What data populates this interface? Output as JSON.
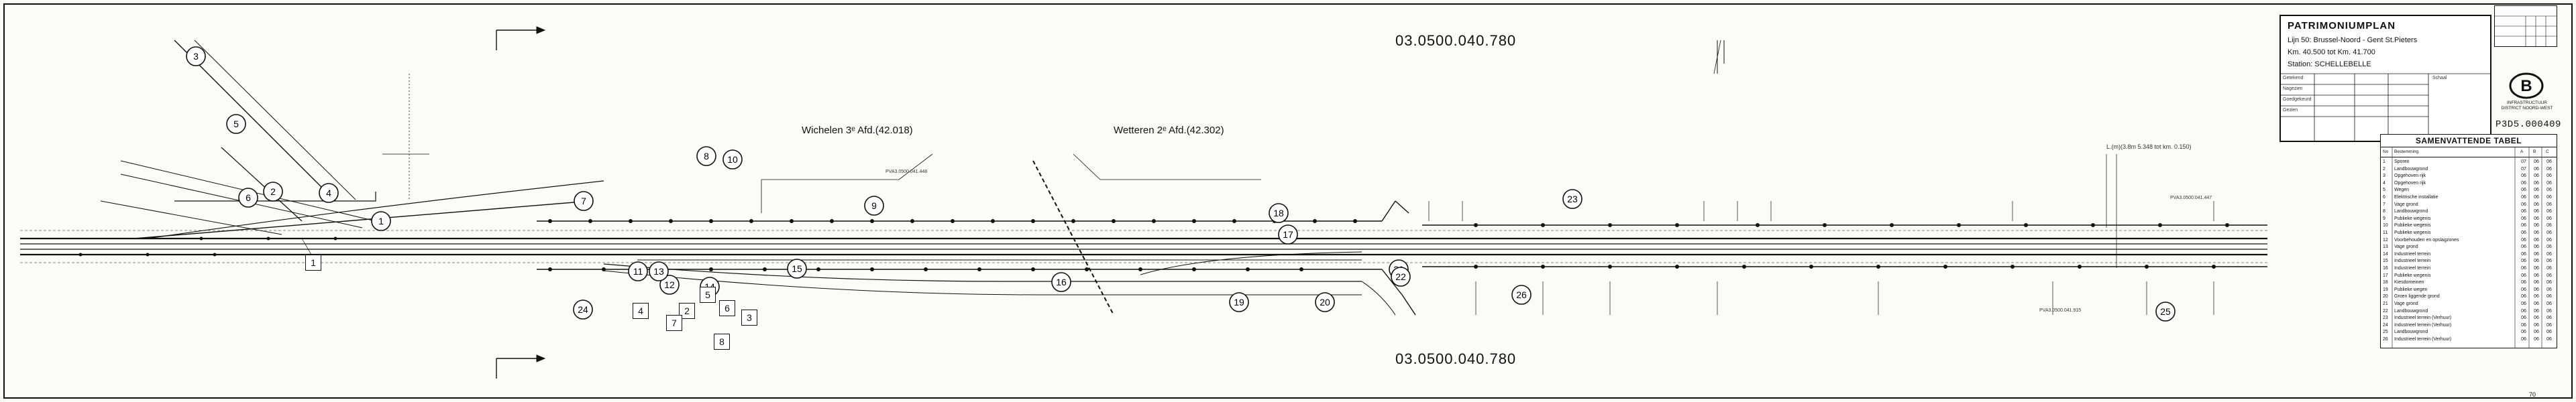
{
  "reference_top": "03.0500.040.780",
  "reference_bottom": "03.0500.040.780",
  "sections": [
    {
      "label": "Wichelen 3ᵉ Afd.(42.018)"
    },
    {
      "label": "Wetteren 2ᵉ Afd.(42.302)"
    }
  ],
  "side_note": "L.(m)(3.8m 5.348 tot km. 0.150)",
  "pva_labels": [
    "PVA3.0500.041.448",
    "PVA3.0500.041.447",
    "PVA3.0500.041.915"
  ],
  "plan_numbers": [
    "1",
    "2",
    "3",
    "4",
    "5",
    "6",
    "7",
    "8",
    "9",
    "10",
    "11",
    "12",
    "13",
    "14",
    "15",
    "16",
    "17",
    "18",
    "19",
    "20",
    "21",
    "22",
    "23",
    "24",
    "25",
    "26"
  ],
  "boxed_numbers": [
    "1",
    "2",
    "3",
    "4",
    "5",
    "6",
    "7",
    "8"
  ],
  "title_block": {
    "title": "PATRIMONIUMPLAN",
    "line_name": "Lijn 50: Brussel-Noord - Gent St.Pieters",
    "km_range": "Km. 40.500   tot   Km. 41.700",
    "station": "Station: SCHELLEBELLE",
    "rows": [
      "Getekend",
      "Nagezien",
      "Goedgekeurd",
      "Gezien"
    ],
    "scale_label": "Schaal"
  },
  "logo_letter": "B",
  "logo_caption": "INFRASTRUCTUUR\nDISTRICT NOORD-WEST",
  "drawing_number": "P3D5.000409",
  "summary_table": {
    "title": "SAMENVATTENDE TABEL",
    "columns": [
      "No",
      "Bestemming",
      "A",
      "B",
      "C"
    ],
    "rows": [
      [
        "1",
        "Sporen",
        "07",
        "06",
        "06"
      ],
      [
        "2",
        "Landbouwgrond",
        "07",
        "06",
        "06"
      ],
      [
        "3",
        "Opgehoven rijk",
        "06",
        "06",
        "06"
      ],
      [
        "4",
        "Opgehoven rijk",
        "06",
        "06",
        "06"
      ],
      [
        "5",
        "Wegen",
        "06",
        "06",
        "06"
      ],
      [
        "6",
        "Elektrische installatie",
        "06",
        "06",
        "06"
      ],
      [
        "7",
        "Vage grond",
        "06",
        "06",
        "06"
      ],
      [
        "8",
        "Landbouwgrond",
        "06",
        "06",
        "06"
      ],
      [
        "9",
        "Publieke wegenis",
        "06",
        "06",
        "06"
      ],
      [
        "10",
        "Publieke wegenis",
        "06",
        "06",
        "06"
      ],
      [
        "11",
        "Publieke wegenis",
        "06",
        "06",
        "06"
      ],
      [
        "12",
        "Voorbehouden en opslagzones",
        "06",
        "06",
        "06"
      ],
      [
        "13",
        "Vage grond",
        "06",
        "06",
        "06"
      ],
      [
        "14",
        "Industrieel terrein",
        "06",
        "06",
        "06"
      ],
      [
        "15",
        "Industrieel terrein",
        "06",
        "06",
        "06"
      ],
      [
        "16",
        "Industrieel terrein",
        "06",
        "06",
        "06"
      ],
      [
        "17",
        "Publieke wegenis",
        "06",
        "06",
        "06"
      ],
      [
        "18",
        "Kiesdomeinen",
        "06",
        "06",
        "06"
      ],
      [
        "19",
        "Publieke wegen",
        "06",
        "06",
        "06"
      ],
      [
        "20",
        "Groen liggende grond",
        "06",
        "06",
        "06"
      ],
      [
        "21",
        "Vage grond",
        "06",
        "06",
        "06"
      ],
      [
        "22",
        "Landbouwgrond",
        "06",
        "06",
        "06"
      ],
      [
        "23",
        "Industrieel terrein (Verhuur)",
        "06",
        "06",
        "06"
      ],
      [
        "24",
        "Industrieel terrein (Verhuur)",
        "06",
        "06",
        "06"
      ],
      [
        "25",
        "Landbouwgrond",
        "06",
        "06",
        "06"
      ],
      [
        "26",
        "Industrieel terrein (Verhuur)",
        "06",
        "06",
        "06"
      ]
    ]
  },
  "page_number": "70"
}
